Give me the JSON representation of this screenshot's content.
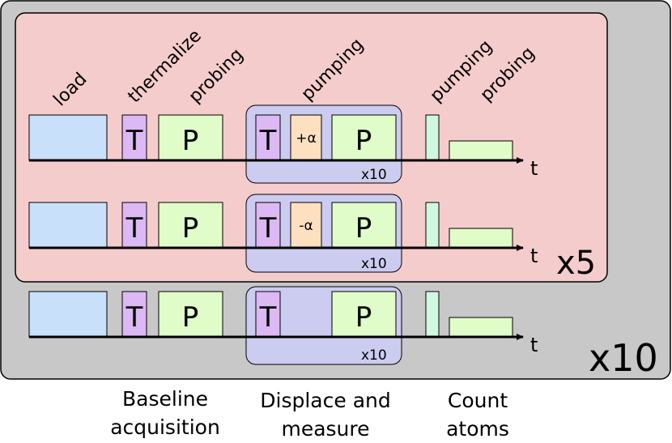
{
  "outer_repeat": "x10",
  "inner_repeat": "x5",
  "time_symbol": "t",
  "stage_labels": {
    "load": "load",
    "thermalize": "thermalize",
    "probing_1": "probing",
    "pumping_1": "pumping",
    "pumping_2": "pumping",
    "probing_2": "probing"
  },
  "rows": [
    {
      "thermalize_block": "T",
      "probe_block": "P",
      "inner_thermalize": "T",
      "displacement": "+α",
      "inner_probe": "P",
      "loop_count": "x10"
    },
    {
      "thermalize_block": "T",
      "probe_block": "P",
      "inner_thermalize": "T",
      "displacement": "-α",
      "inner_probe": "P",
      "loop_count": "x10"
    },
    {
      "thermalize_block": "T",
      "probe_block": "P",
      "inner_thermalize": "T",
      "displacement": "",
      "inner_probe": "P",
      "loop_count": "x10"
    }
  ],
  "captions": {
    "baseline": [
      "Baseline",
      "acquisition"
    ],
    "displace": [
      "Displace and",
      "measure"
    ],
    "count": [
      "Count",
      "atoms"
    ]
  },
  "colors": {
    "outer_box": "#c8c8c8",
    "inner_box": "#f5cccc",
    "loop_box": "#ccccf0",
    "load": "#c8e0fa",
    "thermalize": "#dcb8f4",
    "probe": "#e0fcc8",
    "displacement": "#fce0c0",
    "pumping": "#d0f8e0",
    "count_probe": "#e0fcc8"
  }
}
